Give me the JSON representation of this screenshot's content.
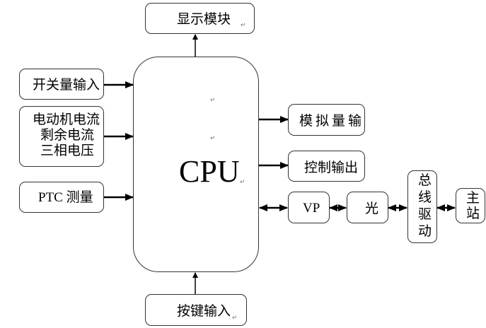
{
  "display": {
    "label": "显示模块",
    "mark": "↵"
  },
  "cpu": {
    "label": "CPU",
    "marks": [
      "↵",
      "↵",
      "↵"
    ]
  },
  "inputs": {
    "switch": "开关量输入",
    "motor_lines": [
      "电动机电流",
      "剩余电流",
      "三相电压"
    ],
    "ptc": "PTC 测量"
  },
  "outputs": {
    "analog": "模拟量输出",
    "control": "控制输出"
  },
  "chain": {
    "vp": "VP",
    "optical": "光",
    "bus_driver": [
      "总",
      "线",
      "驱",
      "动"
    ],
    "master": [
      "主",
      "站"
    ]
  },
  "keys": {
    "label": "按键输入",
    "mark": "↵"
  }
}
